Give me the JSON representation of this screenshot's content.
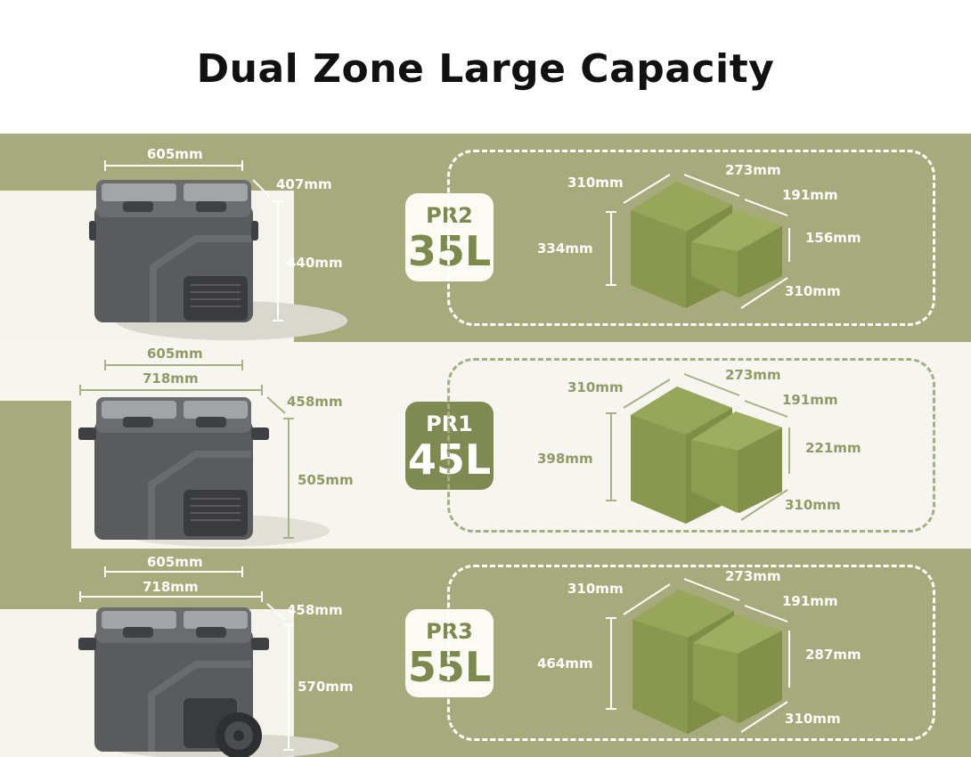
{
  "title": "Dual Zone Large Capacity",
  "colors": {
    "olive": "#a7ab7b",
    "cream": "#f6f5ef",
    "badge_green": "#7f8a52",
    "box_green": "#8f9f55"
  },
  "models": [
    {
      "model": "PR2",
      "capacity": "35L",
      "theme": "olive",
      "cooler": {
        "width": "605mm",
        "depth": "407mm",
        "height": "440mm"
      },
      "zones": {
        "large_depth": "310mm",
        "width": "273mm",
        "small_width": "191mm",
        "large_height": "334mm",
        "small_height": "156mm",
        "length": "310mm"
      }
    },
    {
      "model": "PR1",
      "capacity": "45L",
      "theme": "cream",
      "cooler": {
        "width": "605mm",
        "width_handles": "718mm",
        "depth": "458mm",
        "height": "505mm"
      },
      "zones": {
        "large_depth": "310mm",
        "width": "273mm",
        "small_width": "191mm",
        "large_height": "398mm",
        "small_height": "221mm",
        "length": "310mm"
      }
    },
    {
      "model": "PR3",
      "capacity": "55L",
      "theme": "olive",
      "cooler": {
        "width": "605mm",
        "width_handles": "718mm",
        "depth": "458mm",
        "height": "570mm"
      },
      "zones": {
        "large_depth": "310mm",
        "width": "273mm",
        "small_width": "191mm",
        "large_height": "464mm",
        "small_height": "287mm",
        "length": "310mm"
      }
    }
  ]
}
